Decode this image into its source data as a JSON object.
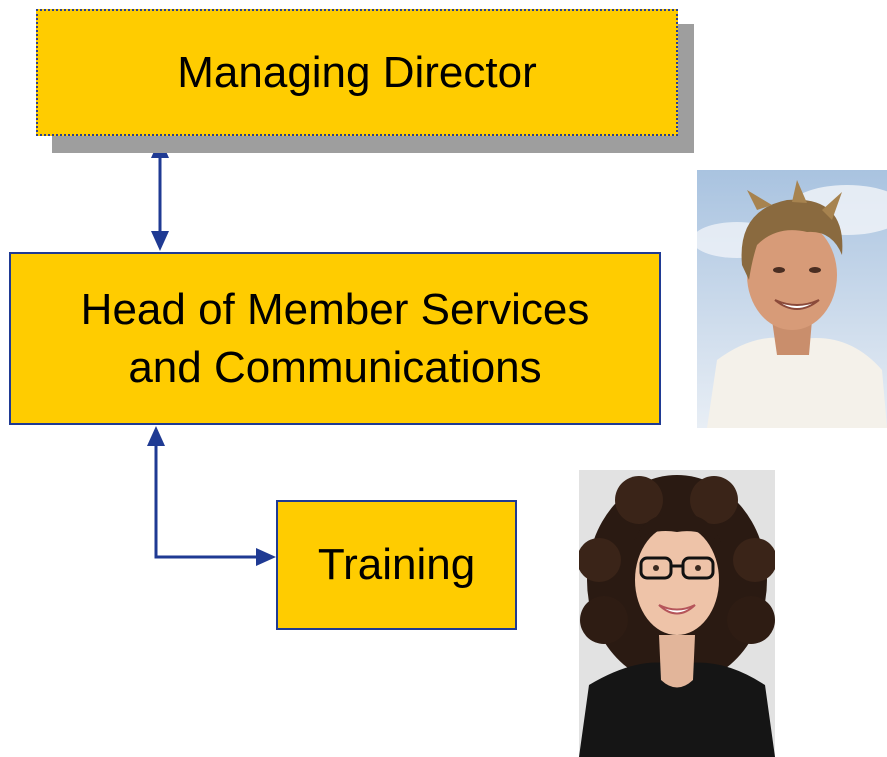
{
  "boxes": {
    "managing_director": "Managing Director",
    "head_line1": "Head of Member Services",
    "head_line2": "and Communications",
    "training": "Training"
  },
  "colors": {
    "box_fill": "#ffcc00",
    "box_border": "#1f3a93",
    "connector": "#1f3a93",
    "shadow": "#9e9e9e"
  },
  "photos": [
    {
      "name": "man-photo",
      "icon": "person-photo"
    },
    {
      "name": "woman-photo",
      "icon": "person-photo"
    }
  ]
}
